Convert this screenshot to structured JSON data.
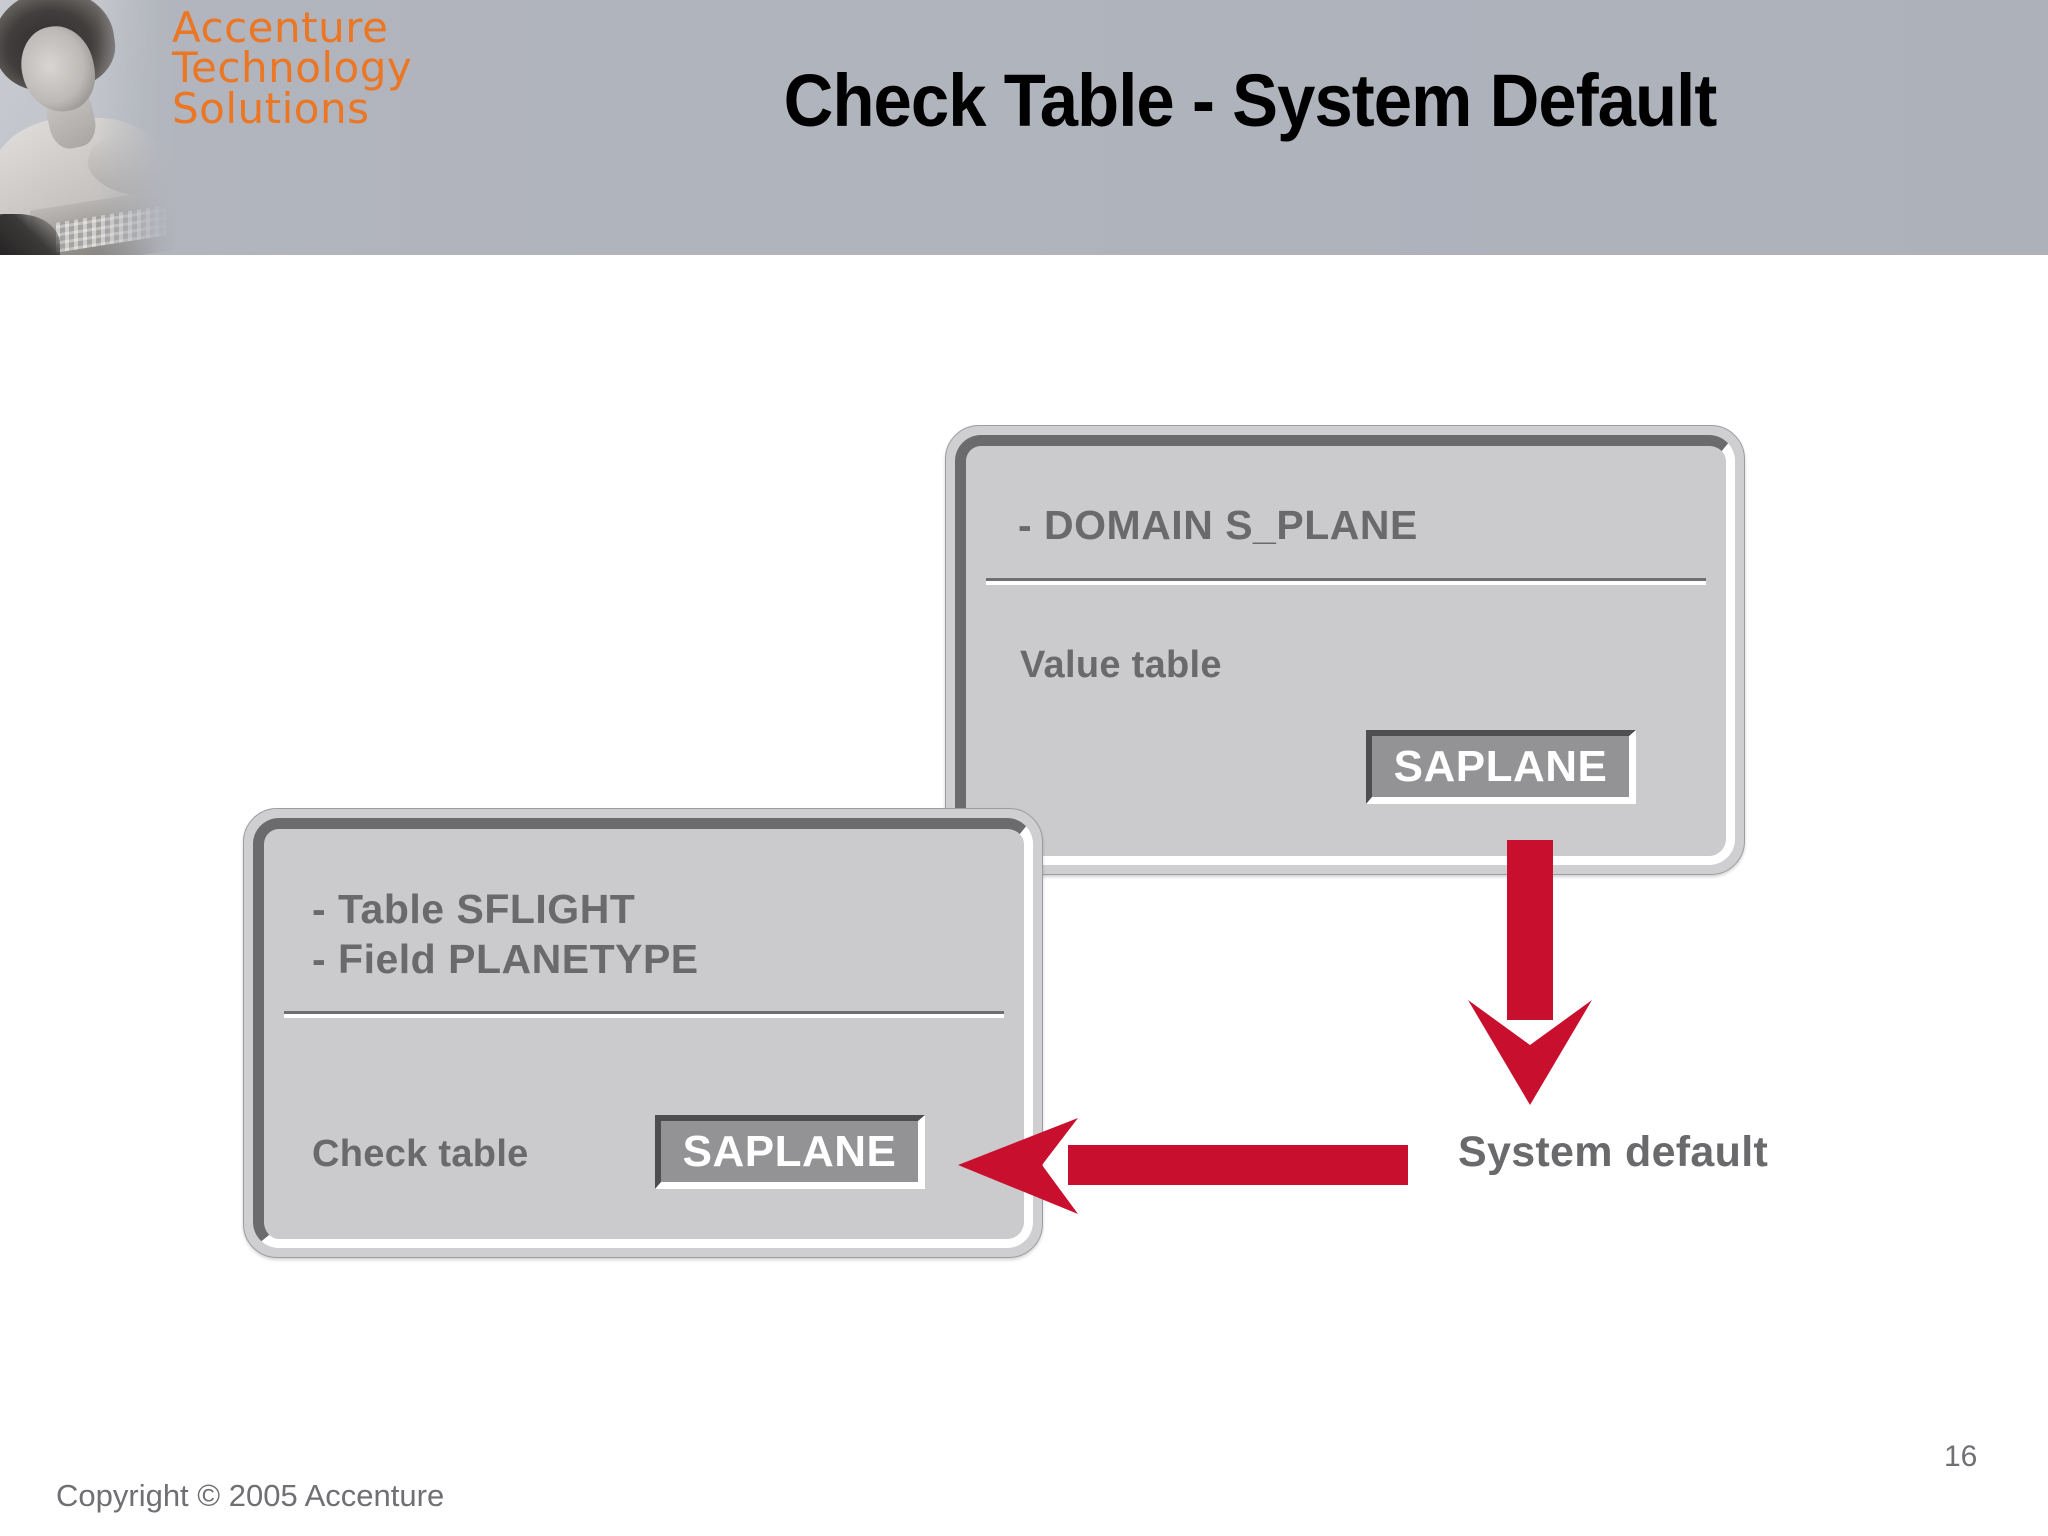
{
  "header": {
    "brand": {
      "line1": "Accenture",
      "line2": "Technology",
      "line3": "Solutions",
      "color": "#eb7623"
    },
    "title": "Check Table - System Default",
    "band_color": "#b0b4bd"
  },
  "diagram": {
    "domain_panel": {
      "heading": "- DOMAIN S_PLANE",
      "field_label": "Value table",
      "field_value": "SAPLANE"
    },
    "table_panel": {
      "heading": "- Table SFLIGHT\n- Field PLANETYPE",
      "field_label": "Check table",
      "field_value": "SAPLANE"
    },
    "annotation": "System default",
    "arrow_color": "#c8102e",
    "panel_fill": "#cbcbcd",
    "text_color": "#6a6a6c"
  },
  "footer": {
    "copyright": "Copyright © 2005 Accenture",
    "page_number": "16"
  }
}
